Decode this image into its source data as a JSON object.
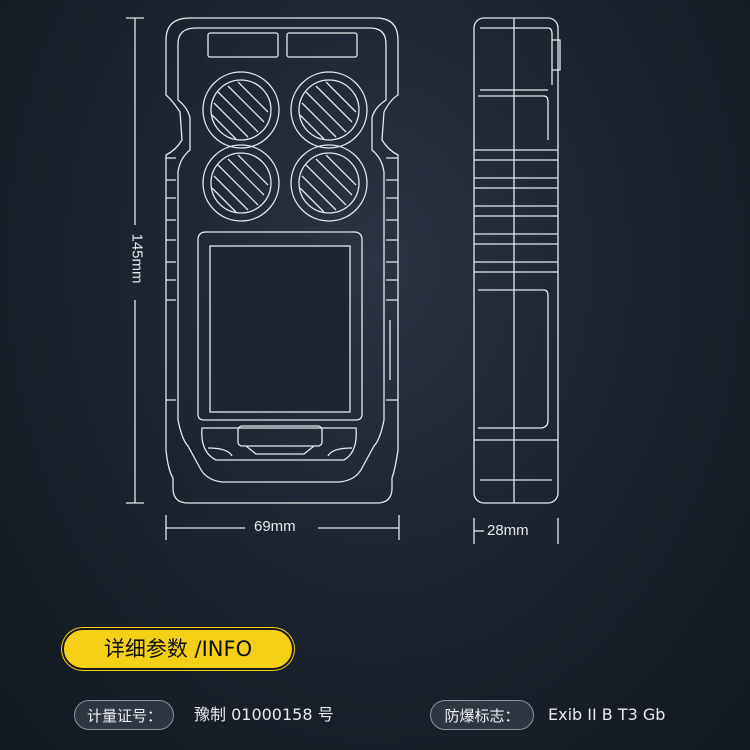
{
  "dimensions": {
    "height": "145mm",
    "width": "69mm",
    "depth": "28mm"
  },
  "info_section": {
    "title": "详细参数 /INFO"
  },
  "specs": [
    {
      "label": "计量证号：",
      "value": "豫制 01000158 号"
    },
    {
      "label": "防爆标志：",
      "value": "Exib II B T3 Gb"
    }
  ],
  "colors": {
    "background": "#1c2430",
    "line": "#e6e8ec",
    "accent": "#f5d016"
  }
}
